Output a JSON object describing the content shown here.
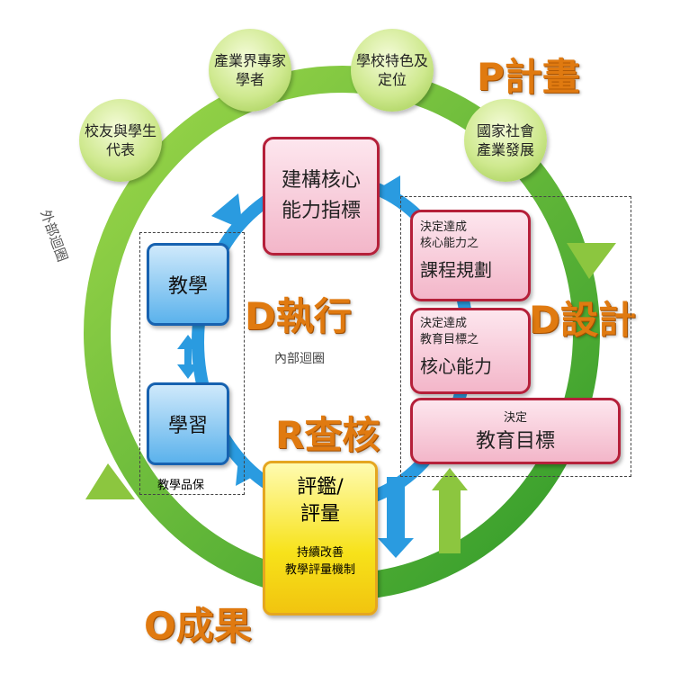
{
  "outer_loop_label": "外部迴圈",
  "inner_loop_label": "內部迴圈",
  "stakeholders": [
    {
      "lines": [
        "校友與學生",
        "代表"
      ]
    },
    {
      "lines": [
        "產業界專家",
        "學者"
      ]
    },
    {
      "lines": [
        "學校特色及",
        "定位"
      ]
    },
    {
      "lines": [
        "國家社會",
        "產業發展"
      ]
    }
  ],
  "phases": {
    "plan": "P計畫",
    "design": "D設計",
    "execute": "D執行",
    "check": "R查核",
    "outcome": "O成果"
  },
  "design_boxes": [
    {
      "sub": [
        "決定達成",
        "核心能力之"
      ],
      "main": "課程規劃"
    },
    {
      "sub": [
        "決定達成",
        "教育目標之"
      ],
      "main": "核心能力"
    },
    {
      "sub": [
        "決定"
      ],
      "main": "教育目標"
    }
  ],
  "build_box": [
    "建構核心",
    "能力指標"
  ],
  "teaching": "教學",
  "learning": "學習",
  "teaching_qa": "教學品保",
  "evaluation": {
    "main": [
      "評鑑/",
      "評量"
    ],
    "sub": [
      "持續改善",
      "教學評量機制"
    ]
  },
  "colors": {
    "ring": "#6fbf2a",
    "inner": "#2a9be0",
    "phase": "#e07a10",
    "pink_border": "#b5203a"
  }
}
